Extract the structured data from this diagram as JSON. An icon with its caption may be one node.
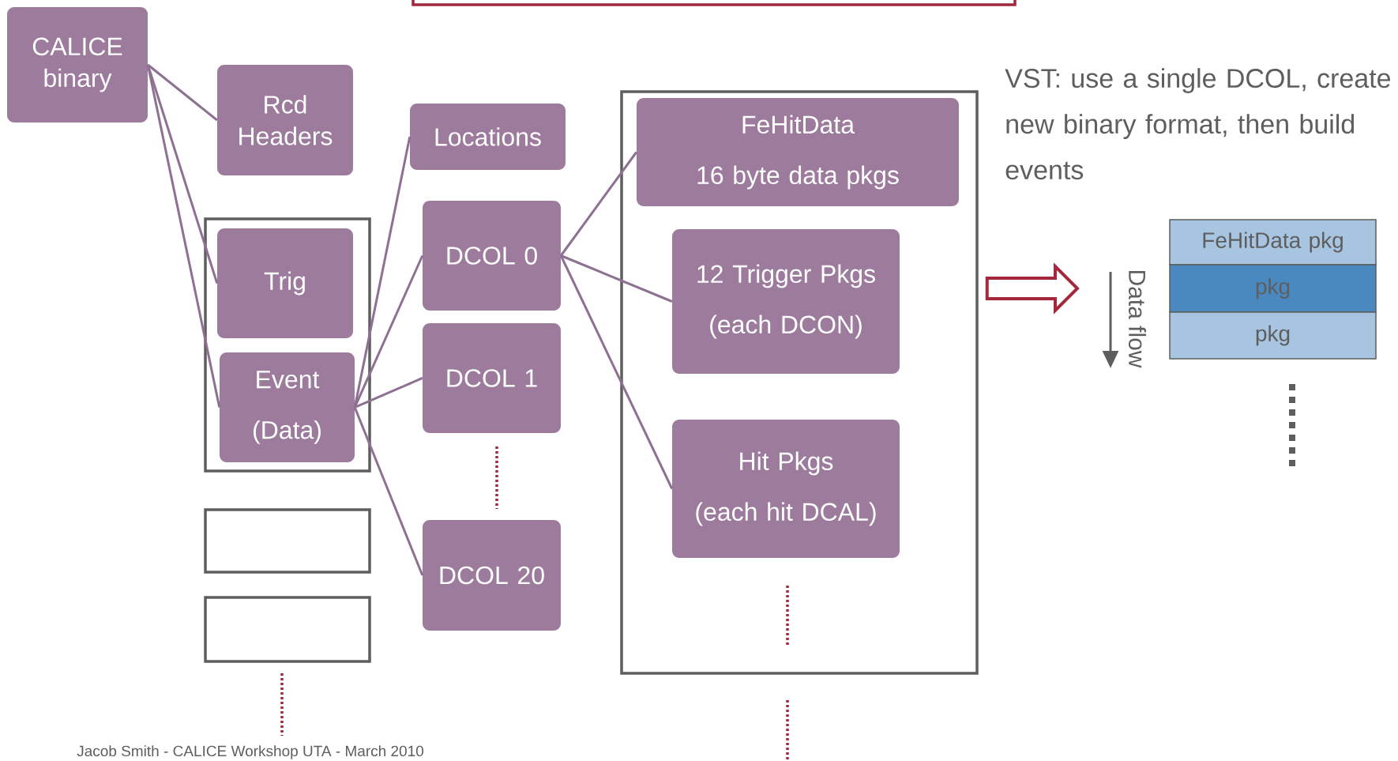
{
  "diagram": {
    "nodes": [
      {
        "text": [
          "CALICE binary"
        ]
      },
      {
        "text": [
          "Rcd Headers"
        ]
      },
      {
        "text": [],
        "shape": "box"
      },
      {
        "text": [
          "Trig"
        ],
        "in": 2
      },
      {
        "text": [
          "Event",
          "(Data)"
        ],
        "in": 2
      },
      {
        "text": [],
        "shape": "box"
      },
      {
        "text": [],
        "shape": "box"
      },
      {
        "text": [
          "Locations"
        ]
      },
      {
        "text": [
          "DCOL 0"
        ]
      },
      {
        "text": [
          "DCOL 1"
        ]
      },
      {
        "text": [
          "DCOL 20"
        ]
      },
      {
        "text": [],
        "shape": "box"
      },
      {
        "text": [
          "FeHitData",
          "16 byte data pkgs"
        ],
        "in": 11
      },
      {
        "text": [
          "12 Trigger Pkgs",
          "(each DCON)"
        ],
        "in": 11
      },
      {
        "text": [
          "Hit Pkgs",
          "(each hit DCAL)"
        ],
        "in": 11
      },
      {
        "text": [
          "FeHitData pkg"
        ]
      },
      {
        "text": [
          "pkg"
        ]
      },
      {
        "text": [
          "pkg"
        ]
      }
    ],
    "edges": [
      {
        "from": 0,
        "to": 1,
        "arrow": "none"
      },
      {
        "from": 0,
        "to": 3,
        "arrow": "none"
      },
      {
        "from": 0,
        "to": 4,
        "arrow": "none"
      },
      {
        "from": 4,
        "to": 7,
        "arrow": "none"
      },
      {
        "from": 4,
        "to": 8,
        "arrow": "none"
      },
      {
        "from": 4,
        "to": 9,
        "arrow": "none"
      },
      {
        "from": 4,
        "to": 10,
        "arrow": "none"
      },
      {
        "from": 8,
        "to": 12,
        "arrow": "none"
      },
      {
        "from": 8,
        "to": 13,
        "arrow": "none"
      },
      {
        "from": 8,
        "to": 14,
        "arrow": "none"
      },
      {
        "from": 11,
        "to": null,
        "arrow": "to",
        "style": "thick",
        "color": "#a4283c"
      }
    ],
    "labels": [
      "VST: use a single DCOL, create new binary format, then build events",
      "Data flow",
      "Jacob Smith - CALICE Workshop UTA - March 2010"
    ]
  }
}
